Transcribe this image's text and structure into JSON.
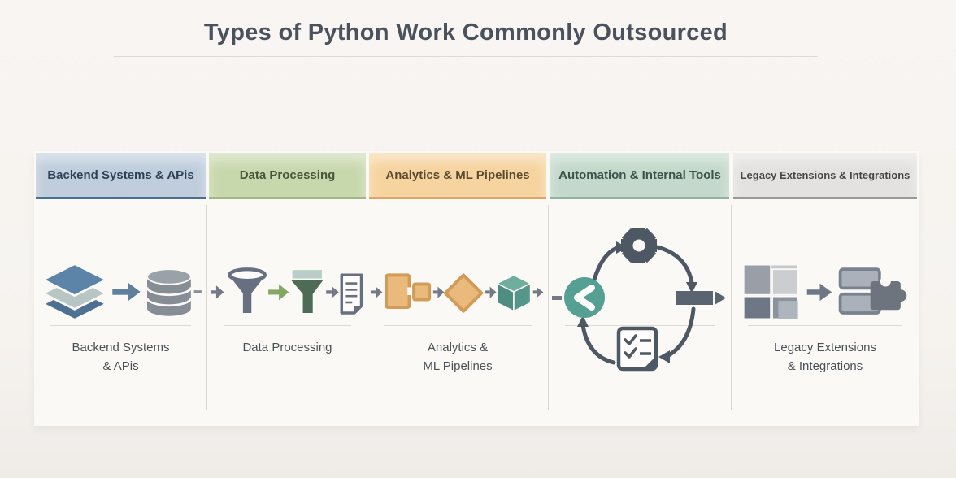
{
  "page": {
    "title": "Types of Python Work Commonly Outsourced",
    "background": "#f6f3ef",
    "panel_background": "#fbf9f6"
  },
  "columns": [
    {
      "id": "backend-systems-apis",
      "header": "Backend Systems & APis",
      "label": "Backend Systems\n& APis",
      "colors": {
        "header_bg": "#bfcddc",
        "header_border": "#4a6e94",
        "header_text": "#2e4257",
        "accent": "#5b84a8"
      },
      "icons": [
        "layer-stack-icon",
        "arrow-right-icon",
        "database-icon"
      ]
    },
    {
      "id": "data-processing",
      "header": "Data Processing",
      "label": "Data Processing",
      "colors": {
        "header_bg": "#c8d8ad",
        "header_border": "#a3b788",
        "header_text": "#49553c",
        "accent": "#83a765"
      },
      "icons": [
        "funnel-outline-icon",
        "arrow-right-icon",
        "funnel-filled-icon",
        "arrow-right-icon",
        "document-icon"
      ]
    },
    {
      "id": "analytics-ml-pipelines",
      "header": "Analytics & ML Pipelines",
      "label": "Analytics &\nML Pipelines",
      "colors": {
        "header_bg": "#f6d4a0",
        "header_border": "#dfa563",
        "header_text": "#5d4b31",
        "accent": "#eab97c"
      },
      "icons": [
        "process-blocks-icon",
        "arrow-right-icon",
        "decision-diamond-icon",
        "arrow-right-icon",
        "cube-icon"
      ]
    },
    {
      "id": "automation-internal-tools",
      "header": "Automation & Internal Tools",
      "label": "",
      "colors": {
        "header_bg": "#c4d9cb",
        "header_border": "#8fb3a2",
        "header_text": "#39544a",
        "accent": "#55a093"
      },
      "icons": [
        "chevron-circle-icon",
        "gear-icon",
        "task-bar-icon",
        "checklist-icon",
        "cycle-arrows-icon"
      ]
    },
    {
      "id": "legacy-extensions-integrations",
      "header": "Legacy Extensions & Integrations",
      "label": "Legacy Extensions\n& Integrations",
      "colors": {
        "header_bg": "#e3e2e0",
        "header_border": "#9a9a98",
        "header_text": "#474747",
        "accent": "#7e8893"
      },
      "icons": [
        "layout-grid-icon",
        "arrow-right-icon",
        "modules-puzzle-icon"
      ]
    }
  ]
}
